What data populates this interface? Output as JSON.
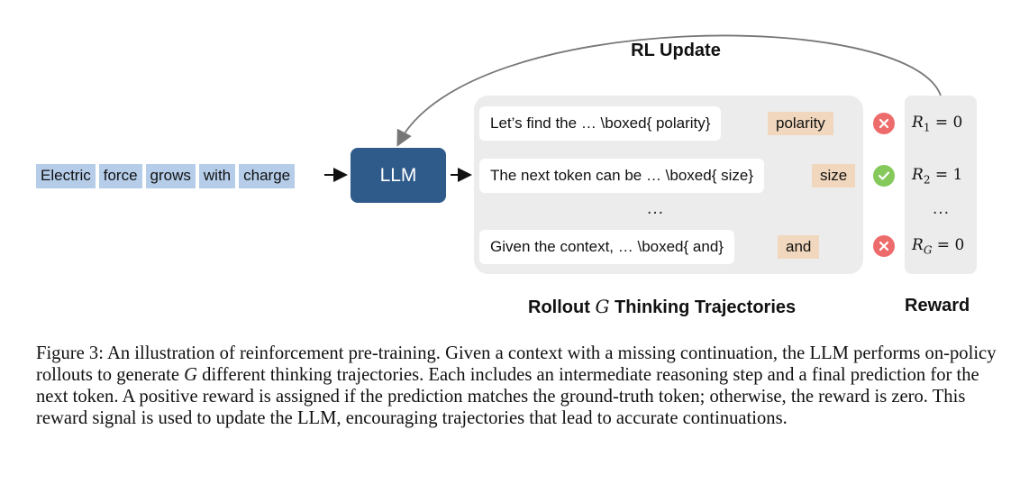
{
  "rl_update": "RL Update",
  "input_tokens": [
    "Electric",
    "force",
    "grows",
    "with",
    "charge"
  ],
  "llm": "LLM",
  "trajectories": [
    {
      "text": "Let’s find the … \\boxed{ polarity}",
      "prediction": "polarity",
      "correct": false
    },
    {
      "text": "The next token can be … \\boxed{ size}",
      "prediction": "size",
      "correct": true
    },
    {
      "text": "Given the context, … \\boxed{ and}",
      "prediction": "and",
      "correct": false
    }
  ],
  "ellipsis": "…",
  "rewards": [
    {
      "var": "R",
      "sub": "1",
      "eq": " = 0"
    },
    {
      "var": "R",
      "sub": "2",
      "eq": " = 1"
    },
    {
      "var": "R",
      "sub": "G",
      "eq": " = 0"
    }
  ],
  "rollout_title": {
    "prefix": "Rollout ",
    "g": "G",
    "suffix": " Thinking Trajectories"
  },
  "reward_title": "Reward",
  "caption": {
    "part1": "Figure 3: An illustration of reinforcement pre-training. Given a context with a missing continuation, the LLM performs on-policy rollouts to generate ",
    "g": "G",
    "part2": " different thinking trajectories. Each includes an intermediate reasoning step and a final prediction for the next token. A positive reward is assigned if the prediction matches the ground-truth token; otherwise, the reward is zero. This reward signal is used to update the LLM, encouraging trajectories that lead to accurate continuations."
  },
  "colors": {
    "token_bg": "#b5cde9",
    "llm_bg": "#2f5b8a",
    "prediction_bg": "#f0d7bd",
    "panel_bg": "#ececec",
    "wrong": "#ee6b6b",
    "right": "#84c959",
    "arrow": "#777777"
  },
  "icons": {
    "wrong": "x-circle-icon",
    "right": "check-circle-icon"
  }
}
